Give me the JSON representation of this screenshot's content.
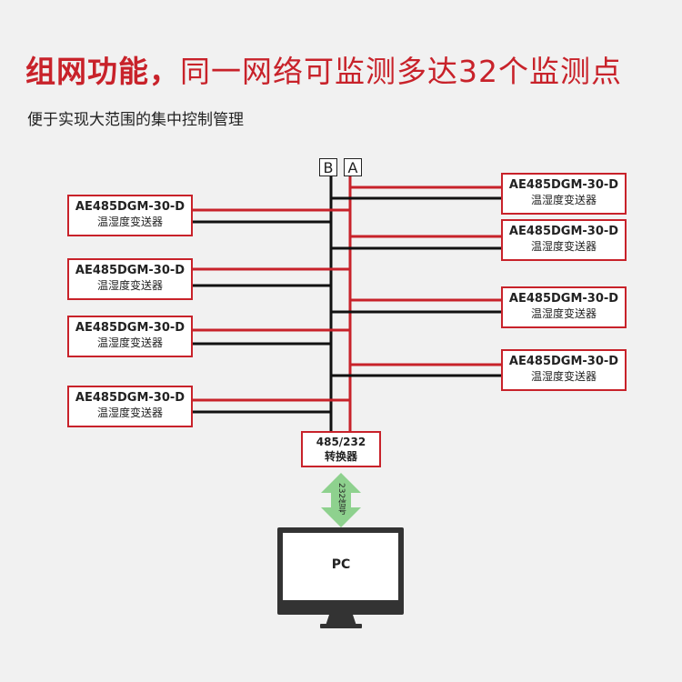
{
  "title": {
    "bold": "组网功能，",
    "rest": "同一网络可监测多达32个监测点"
  },
  "subtitle": "便于实现大范围的集中控制管理",
  "bus": {
    "b_label": "B",
    "a_label": "A"
  },
  "device": {
    "model": "AE485DGM-30-D",
    "kind": "温湿度变送器"
  },
  "converter": {
    "line1": "485/232",
    "line2": "转换器"
  },
  "signal_label": "232信号",
  "pc_label": "PC",
  "colors": {
    "red": "#c8222a",
    "black": "#111111",
    "arrow": "#8ed18e",
    "monitor": "#333333"
  }
}
